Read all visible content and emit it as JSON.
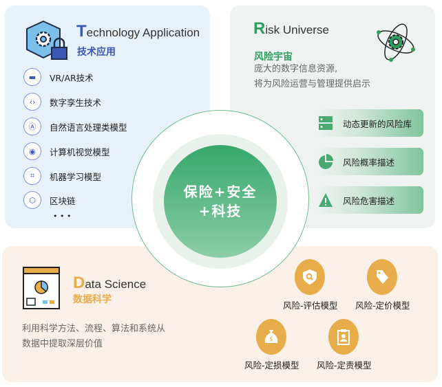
{
  "tech": {
    "title_initial": "T",
    "title_rest": "echnology Application",
    "subtitle": "技术应用",
    "items": [
      {
        "label": "VR/AR技术",
        "icon": "vr-headset-icon"
      },
      {
        "label": "数字孪生技术",
        "icon": "code-monitor-icon"
      },
      {
        "label": "自然语言处理类模型",
        "icon": "chat-a-icon"
      },
      {
        "label": "计算机视觉模型",
        "icon": "eye-icon"
      },
      {
        "label": "机器学习模型",
        "icon": "network-icon"
      },
      {
        "label": "区块链",
        "icon": "blockchain-icon"
      }
    ],
    "more": "• • •"
  },
  "risk": {
    "title_initial": "R",
    "title_rest": "isk Universe",
    "subtitle": "风险宇宙",
    "desc_line1": "庞大的数字信息资源,",
    "desc_line2": "将为风险运营与管理提供启示",
    "items": [
      {
        "label": "动态更新的风险库",
        "icon": "server-icon"
      },
      {
        "label": "风险概率描述",
        "icon": "pie-chart-icon"
      },
      {
        "label": "风险危害描述",
        "icon": "warning-icon"
      }
    ]
  },
  "data": {
    "title_initial": "D",
    "title_rest": "ata Science",
    "subtitle": "数据科学",
    "desc_line1": "利用科学方法、流程、算法和系统从",
    "desc_line2": "数据中提取深层价值",
    "models": [
      {
        "label": "风险-评估模型",
        "icon": "shield-search-icon"
      },
      {
        "label": "风险-定价模型",
        "icon": "price-tag-icon"
      },
      {
        "label": "风险-定损模型",
        "icon": "money-bag-icon"
      },
      {
        "label": "风险-定责模型",
        "icon": "id-clipboard-icon"
      }
    ]
  },
  "center": {
    "line1": "保险+安全",
    "line2": "+科技"
  },
  "colors": {
    "tech": "#3a58b5",
    "risk": "#2e9e5e",
    "data": "#e8ad4b"
  }
}
